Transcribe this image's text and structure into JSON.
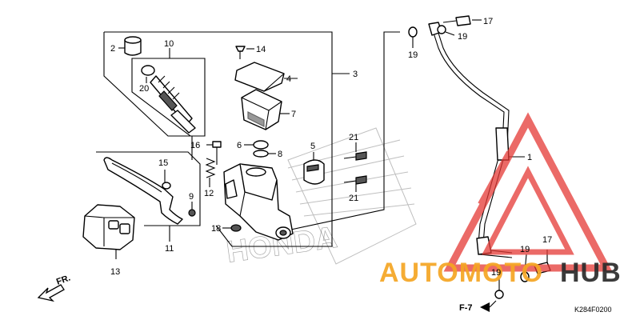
{
  "diagram": {
    "callouts": [
      "1",
      "2",
      "3",
      "4",
      "5",
      "6",
      "7",
      "8",
      "9",
      "10",
      "11",
      "12",
      "13",
      "14",
      "15",
      "16",
      "17",
      "18",
      "19",
      "20",
      "21"
    ],
    "front_arrow_label": "FR.",
    "ref_label": "F-7",
    "drawing_code": "K284F0200",
    "brand_mark": "HONDA"
  },
  "watermark": {
    "text_a": "AUTOMOTO",
    "text_b": "HUB",
    "color_a": "#f5a623",
    "color_b": "#2b2b2b",
    "logo_color": "#e53935"
  }
}
